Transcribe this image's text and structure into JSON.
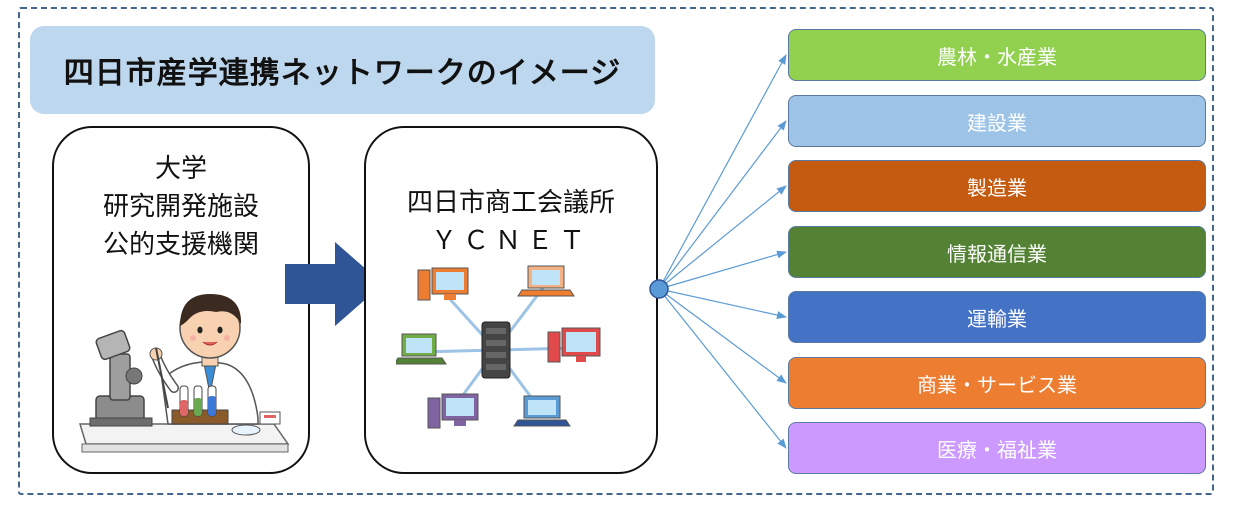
{
  "title": "四日市産学連携ネットワークのイメージ",
  "left_panel": {
    "lines": [
      "大学",
      "研究開発施設",
      "公的支援機関"
    ]
  },
  "middle_panel": {
    "line1": "四日市商工会議所",
    "line2": "ＹＣＮＥＴ"
  },
  "industries": [
    {
      "label": "農林・水産業",
      "color": "#92d050",
      "text_color": "#ffffff"
    },
    {
      "label": "建設業",
      "color": "#9dc3e6",
      "text_color": "#ffffff"
    },
    {
      "label": "製造業",
      "color": "#c55a11",
      "text_color": "#ffffff"
    },
    {
      "label": "情報通信業",
      "color": "#548235",
      "text_color": "#ffffff"
    },
    {
      "label": "運輸業",
      "color": "#4472c4",
      "text_color": "#ffffff"
    },
    {
      "label": "商業・サービス業",
      "color": "#ed7d31",
      "text_color": "#ffffff"
    },
    {
      "label": "医療・福祉業",
      "color": "#cc99ff",
      "text_color": "#ffffff"
    }
  ],
  "colors": {
    "title_bg": "#bdd7ee",
    "frame": "#44668a",
    "arrow": "#2f5597",
    "connector": "#5b9bd5"
  },
  "icons": {
    "scientist": "scientist-microscope-illustration",
    "network": "computer-network-illustration"
  }
}
